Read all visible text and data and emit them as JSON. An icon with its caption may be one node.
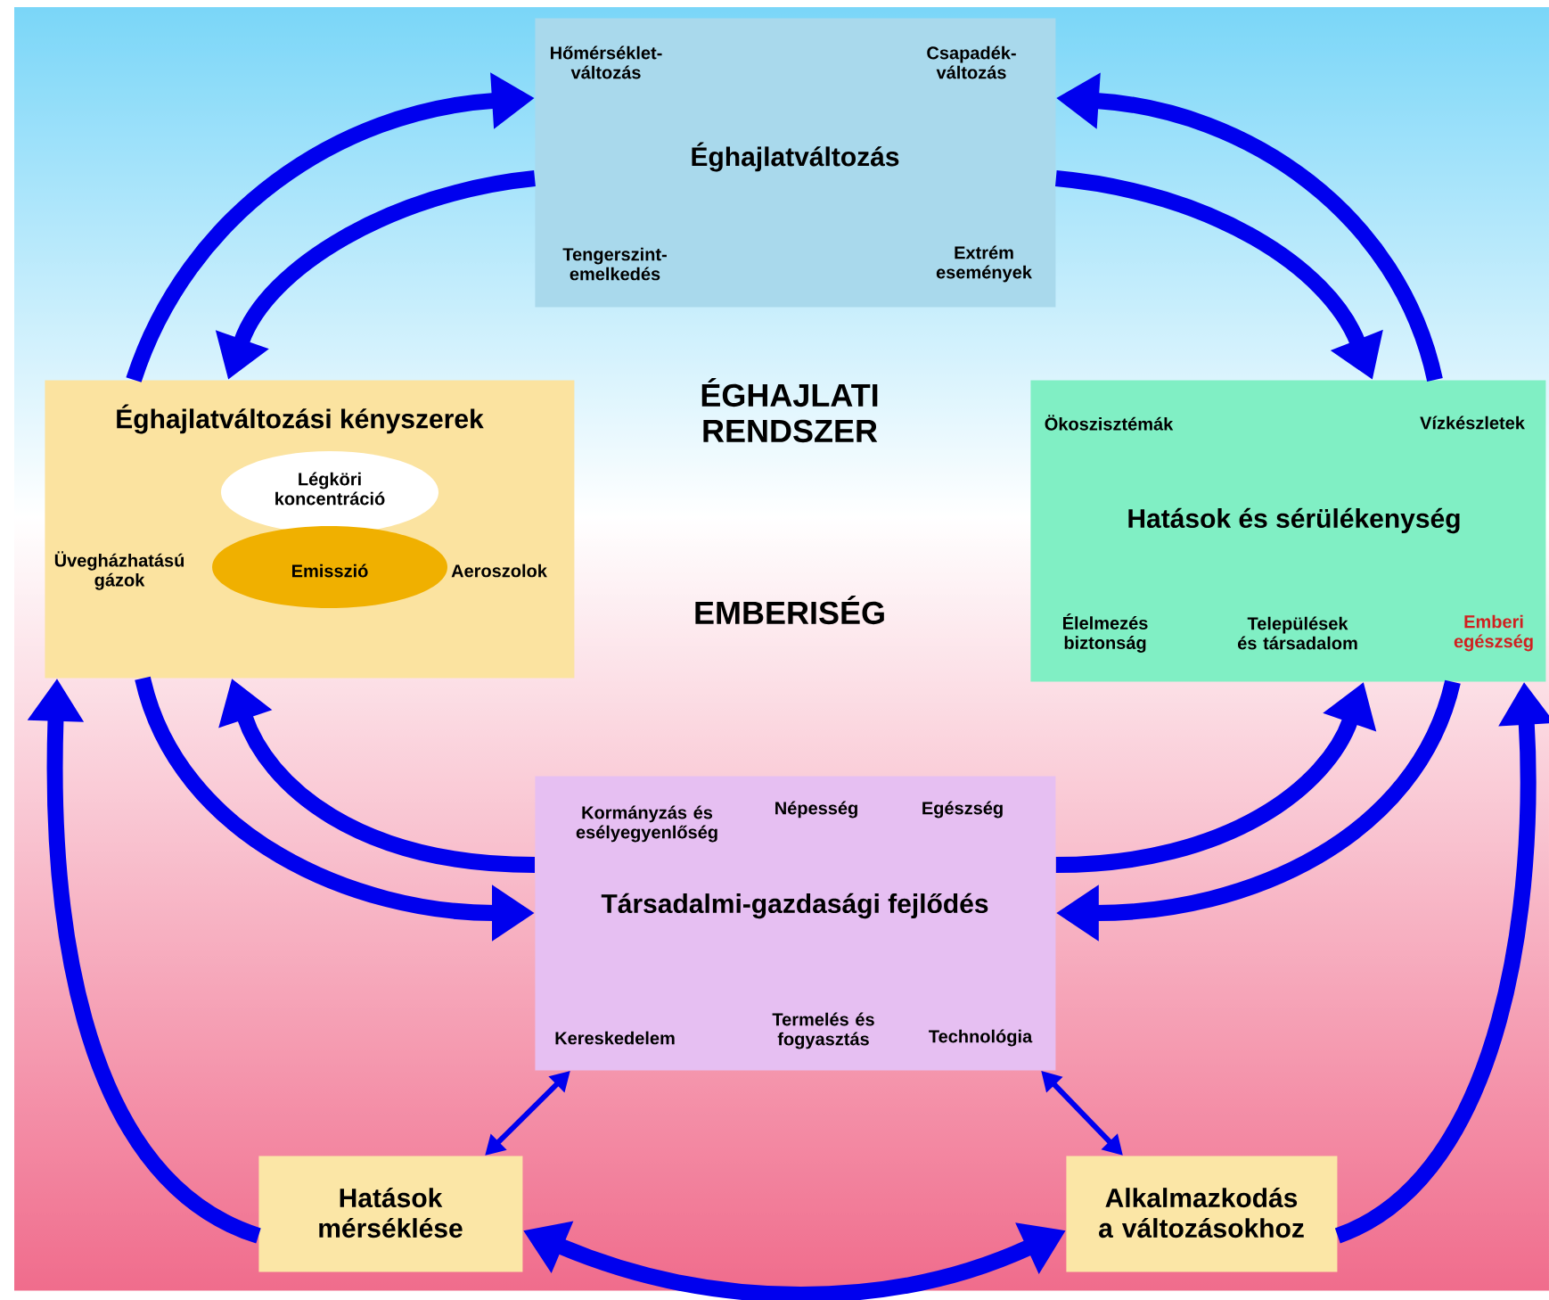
{
  "diagram": {
    "nodes": [
      {
        "text": [
          "Hőmérséklet- változás",
          "Csapadék- változás",
          "Éghajlatváltozás",
          "Tengerszint- emelkedés",
          "Extrém események"
        ]
      },
      {
        "text": [
          "Éghajlatváltozási kényszerek",
          "Üvegházhatású gázok",
          "Aeroszolok"
        ]
      },
      {
        "text": [
          "Légköri koncentráció"
        ],
        "in": 1
      },
      {
        "text": [
          "Emisszió"
        ],
        "in": 1
      },
      {
        "text": [
          "Ökoszisztémák",
          "Vízkészletek",
          "Hatások és sérülékenység",
          "Élelmezés biztonság",
          "Települések és társadalom",
          "Emberi egészség"
        ]
      },
      {
        "text": [
          "Kormányzás és esélyegyenlőség",
          "Népesség",
          "Egészség",
          "Társadalmi-gazdasági fejlődés",
          "Kereskedelem",
          "Termelés és fogyasztás",
          "Technológia"
        ]
      },
      {
        "text": [
          "Hatások mérséklése"
        ]
      },
      {
        "text": [
          "Alkalmazkodás a változásokhoz"
        ]
      }
    ],
    "edges": [
      {
        "from": 1,
        "to": 0,
        "arrow": "to"
      },
      {
        "from": 0,
        "to": 1,
        "arrow": "to"
      },
      {
        "from": 0,
        "to": 4,
        "arrow": "to"
      },
      {
        "from": 4,
        "to": 0,
        "arrow": "to"
      },
      {
        "from": 1,
        "to": 5,
        "arrow": "to"
      },
      {
        "from": 5,
        "to": 1,
        "arrow": "to"
      },
      {
        "from": 5,
        "to": 4,
        "arrow": "to"
      },
      {
        "from": 4,
        "to": 5,
        "arrow": "to"
      },
      {
        "from": 6,
        "to": 1,
        "arrow": "to"
      },
      {
        "from": 7,
        "to": 4,
        "arrow": "to"
      },
      {
        "from": 6,
        "to": 5,
        "arrow": "both"
      },
      {
        "from": 7,
        "to": 5,
        "arrow": "both"
      },
      {
        "from": 6,
        "to": 7,
        "arrow": "both"
      }
    ],
    "labels": [
      "ÉGHAJLATI RENDSZER",
      "EMBERISÉG"
    ]
  }
}
